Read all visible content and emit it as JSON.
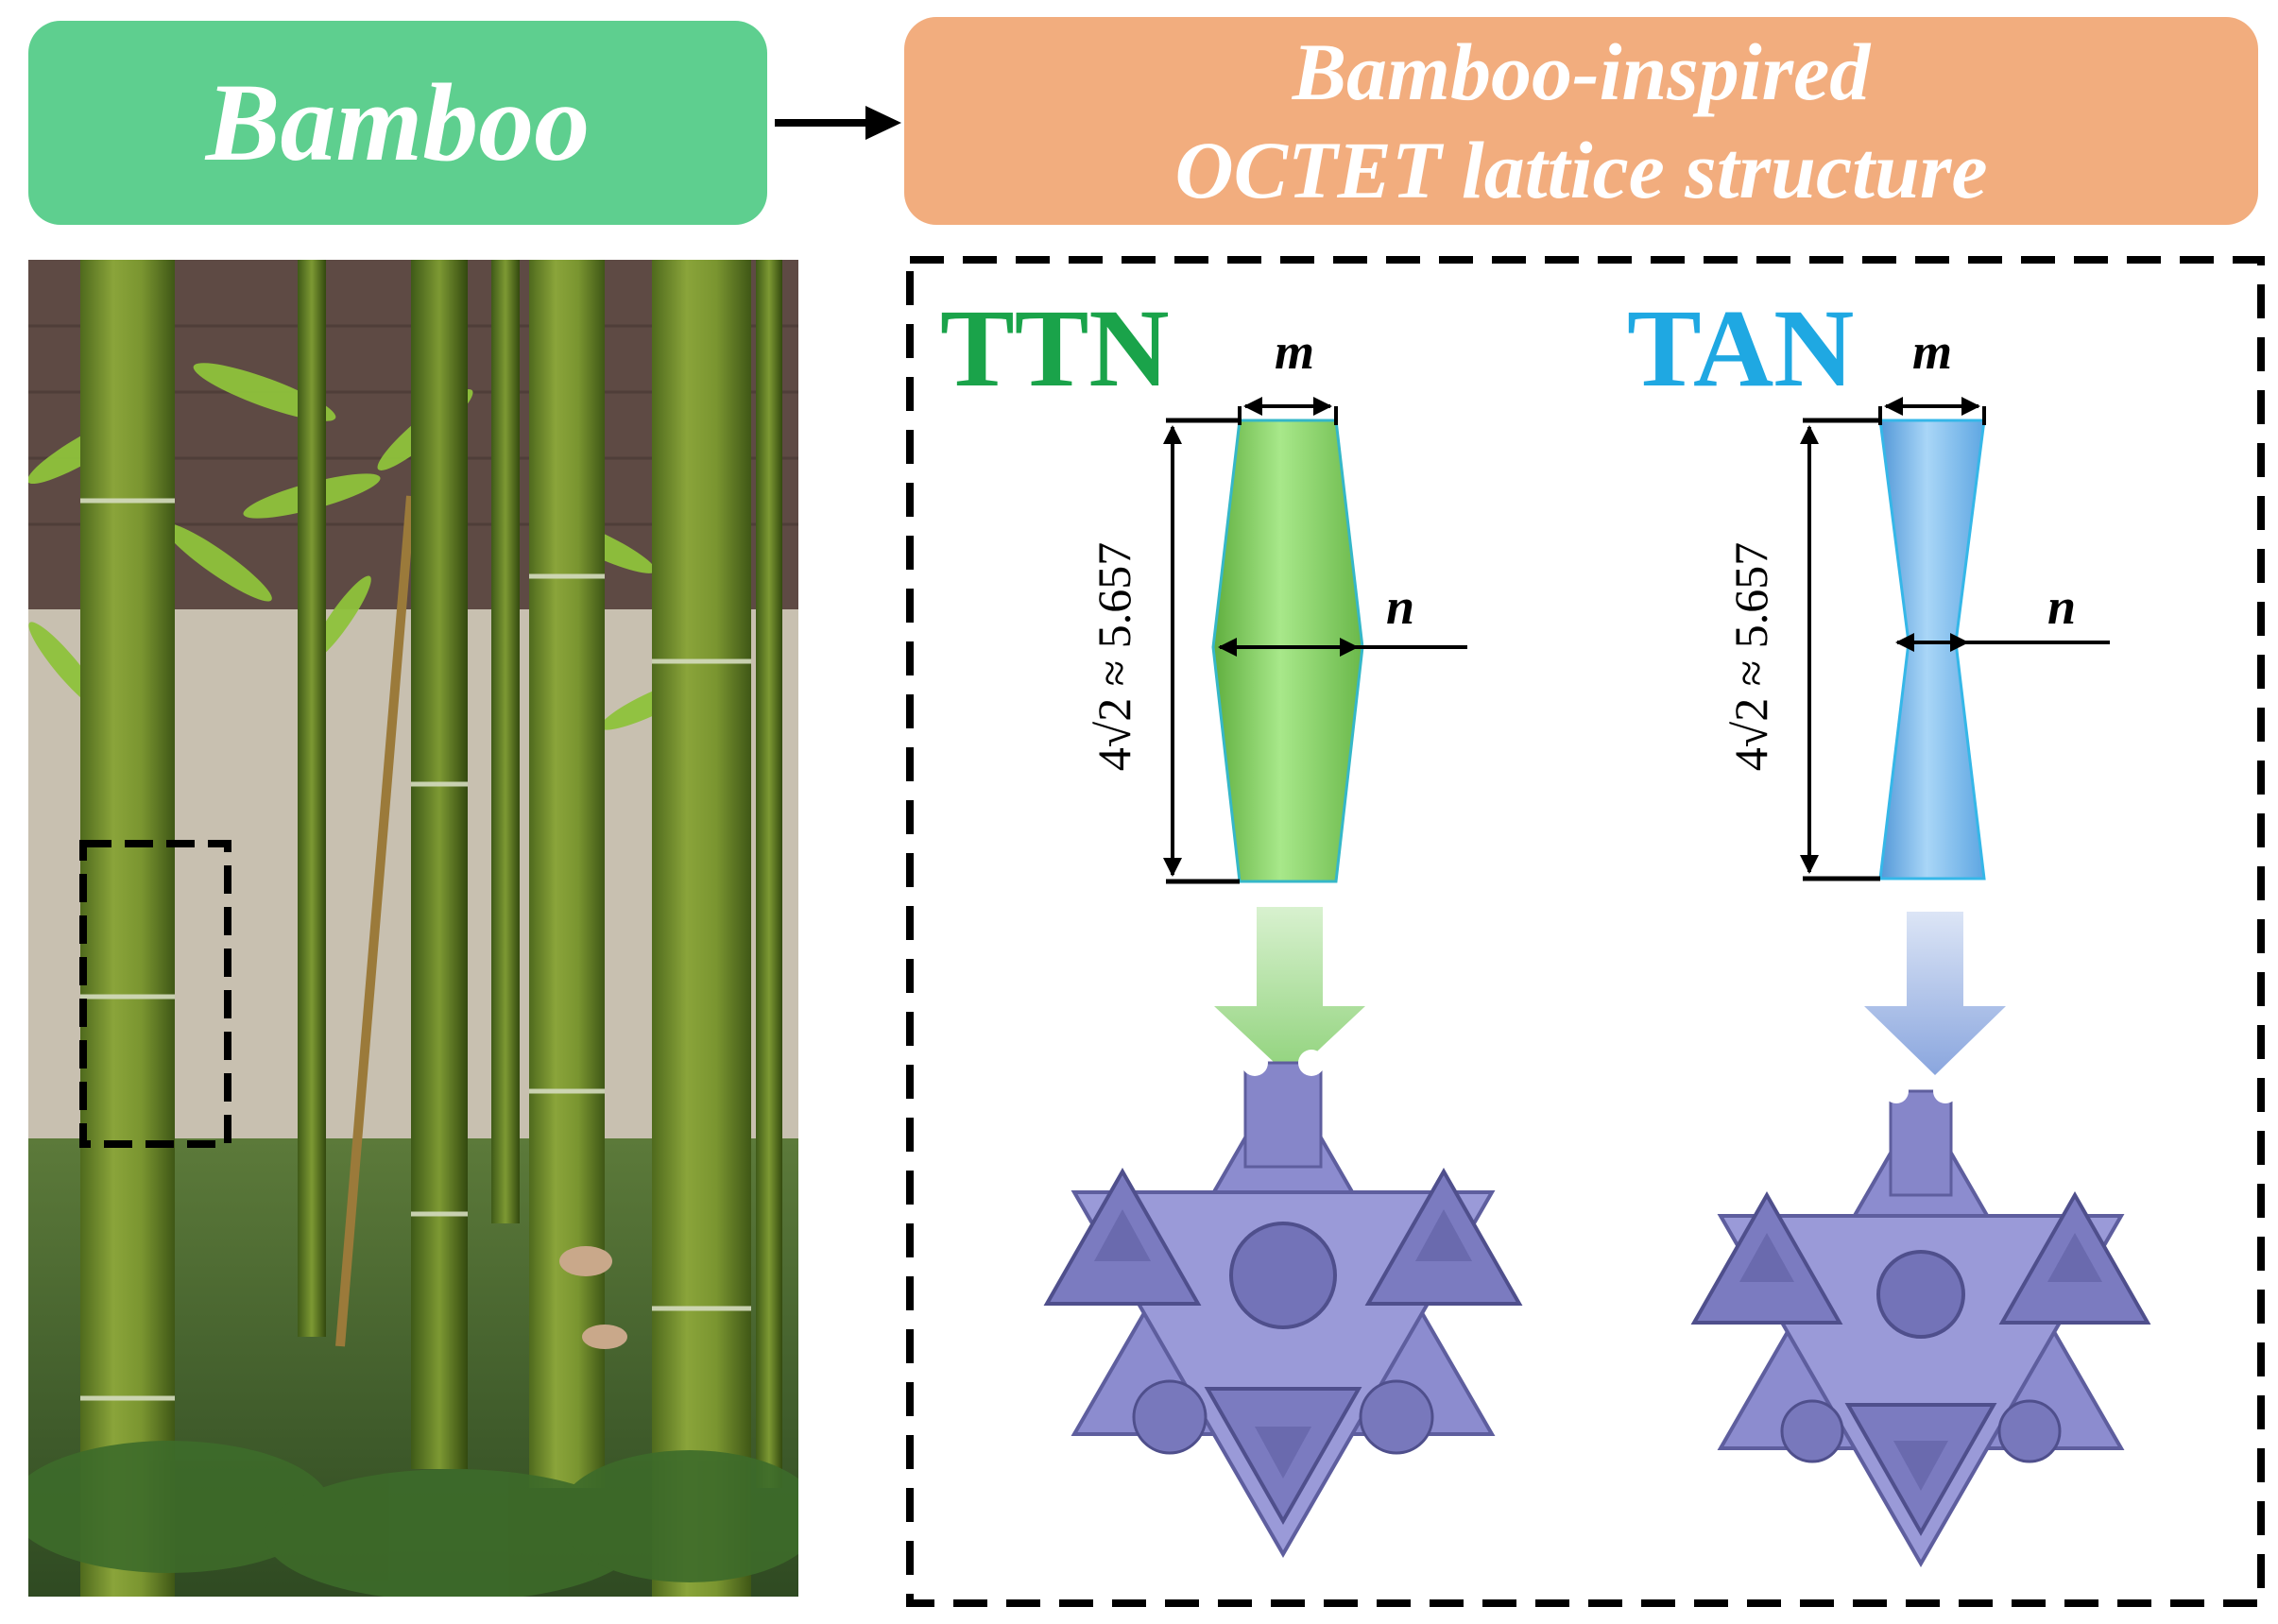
{
  "banners": {
    "left": "Bamboo",
    "right_line1": "Bamboo-inspired",
    "right_line2": "OCTET lattice structure"
  },
  "struts": {
    "ttn": {
      "name": "TTN",
      "color": "#1aa34a",
      "top_width": "m",
      "mid_width": "n",
      "length": "4√2 ≈ 5.657"
    },
    "tan": {
      "name": "TAN",
      "color": "#1fa8e2",
      "top_width": "m",
      "mid_width": "n",
      "length": "4√2 ≈ 5.657"
    }
  },
  "colors": {
    "bamboo_banner": "#5ecf8f",
    "lattice_banner": "#f2ad7e",
    "lattice_fill": "#8c8ccf",
    "ttn_strut": "#7fd06e",
    "tan_strut": "#74b6ec"
  }
}
